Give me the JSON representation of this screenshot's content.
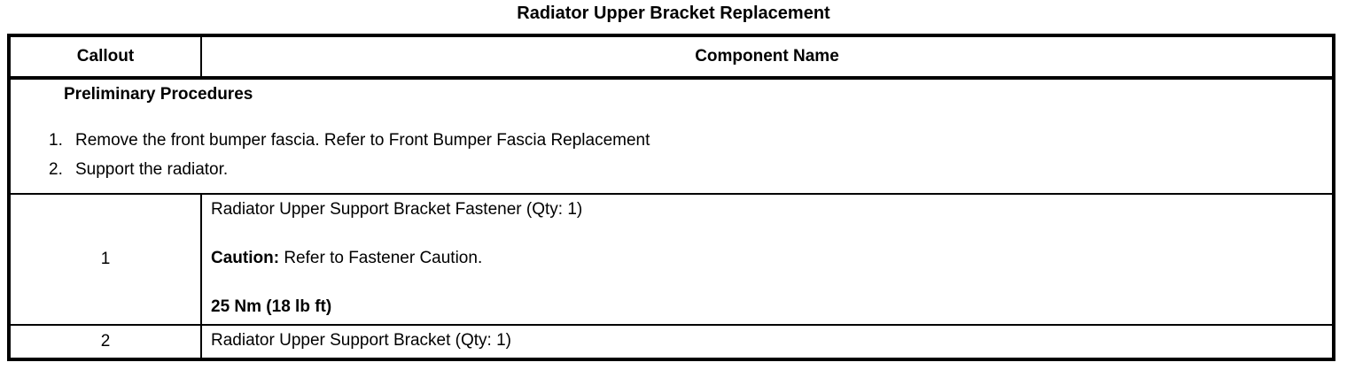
{
  "document": {
    "title": "Radiator Upper Bracket Replacement"
  },
  "table": {
    "headers": {
      "callout": "Callout",
      "component_name": "Component Name"
    },
    "preliminary": {
      "heading": "Preliminary Procedures",
      "steps": [
        {
          "num": "1.",
          "text": "Remove the front bumper fascia. Refer to Front Bumper Fascia Replacement"
        },
        {
          "num": "2.",
          "text": "Support the radiator."
        }
      ]
    },
    "rows": [
      {
        "callout": "1",
        "component": "Radiator Upper Support Bracket Fastener (Qty: 1)",
        "caution_label": "Caution:",
        "caution_text": "Refer to Fastener Caution.",
        "torque_spec": "25 Nm (18 lb ft)"
      },
      {
        "callout": "2",
        "component": "Radiator Upper Support Bracket (Qty: 1)"
      }
    ]
  },
  "colors": {
    "border": "#000000",
    "text": "#000000",
    "background": "#ffffff"
  }
}
